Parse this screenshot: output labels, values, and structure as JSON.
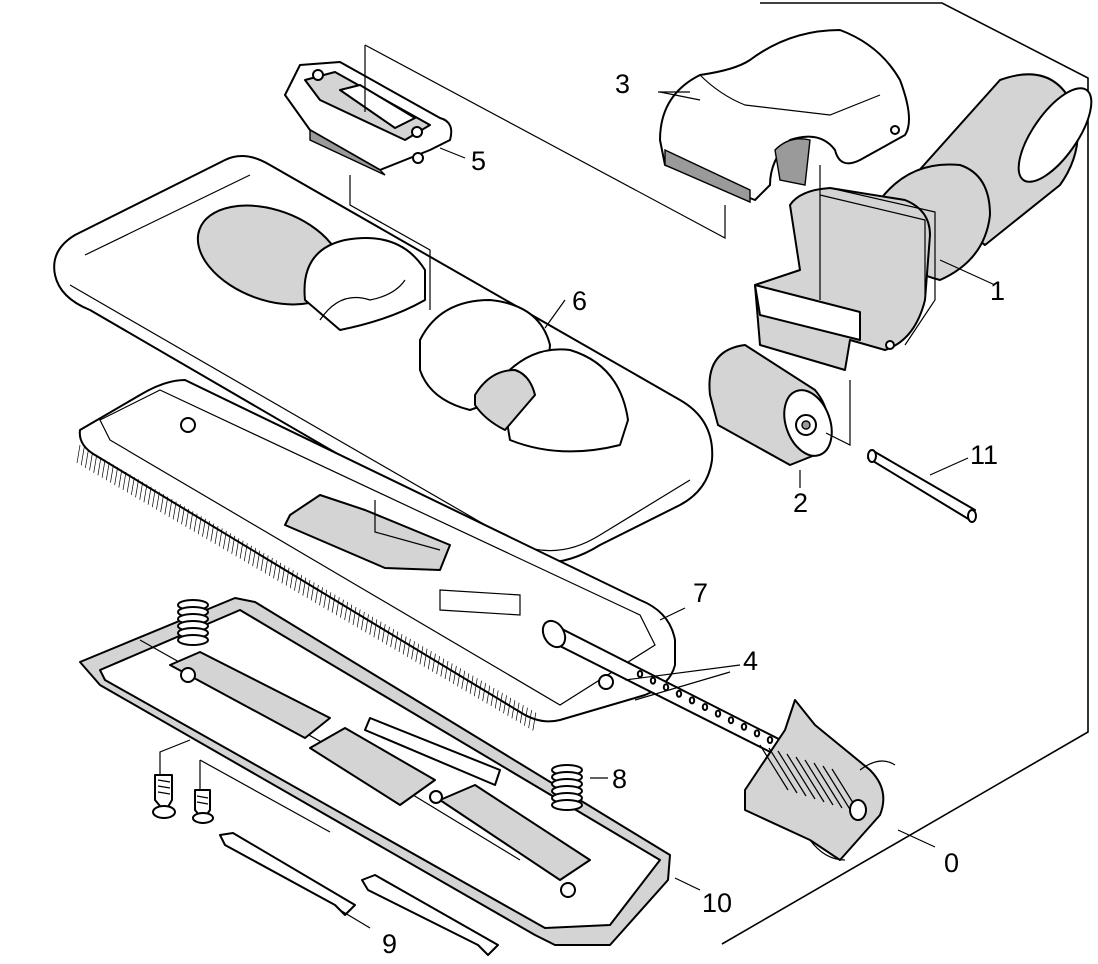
{
  "labels": {
    "p0": "0",
    "p1": "1",
    "p2": "2",
    "p3": "3",
    "p4": "4",
    "p5": "5",
    "p6": "6",
    "p7": "7",
    "p8": "8",
    "p9": "9",
    "p10": "10",
    "p11": "11"
  }
}
